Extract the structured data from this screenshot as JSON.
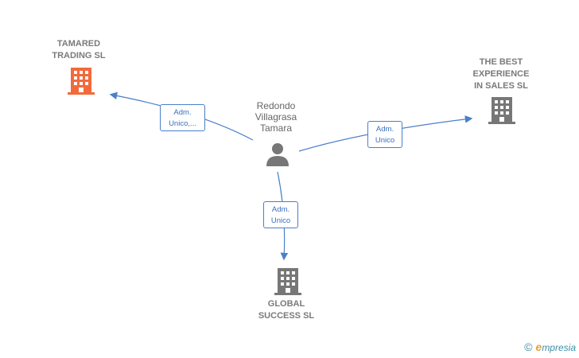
{
  "center": {
    "name_lines": [
      "Redondo",
      "Villagrasa",
      "Tamara"
    ],
    "icon": "person-icon"
  },
  "companies": [
    {
      "id": "tamared",
      "lines": [
        "TAMARED",
        "TRADING  SL"
      ],
      "color": "#f26a3b",
      "icon": "building-icon"
    },
    {
      "id": "best",
      "lines": [
        "THE BEST",
        "EXPERIENCE",
        "IN SALES SL"
      ],
      "color": "#777777",
      "icon": "building-icon"
    },
    {
      "id": "global",
      "lines": [
        "GLOBAL",
        "SUCCESS SL"
      ],
      "color": "#777777",
      "icon": "building-icon"
    }
  ],
  "edges": [
    {
      "to": "tamared",
      "label_lines": [
        "Adm.",
        "Unico,..."
      ]
    },
    {
      "to": "best",
      "label_lines": [
        "Adm.",
        "Unico"
      ]
    },
    {
      "to": "global",
      "label_lines": [
        "Adm.",
        "Unico"
      ]
    }
  ],
  "brand": {
    "copyright": "©",
    "initial": "e",
    "name": "mpresia"
  },
  "colors": {
    "edge": "#4a7fc9",
    "accent": "#f26a3b",
    "gray": "#777777"
  }
}
